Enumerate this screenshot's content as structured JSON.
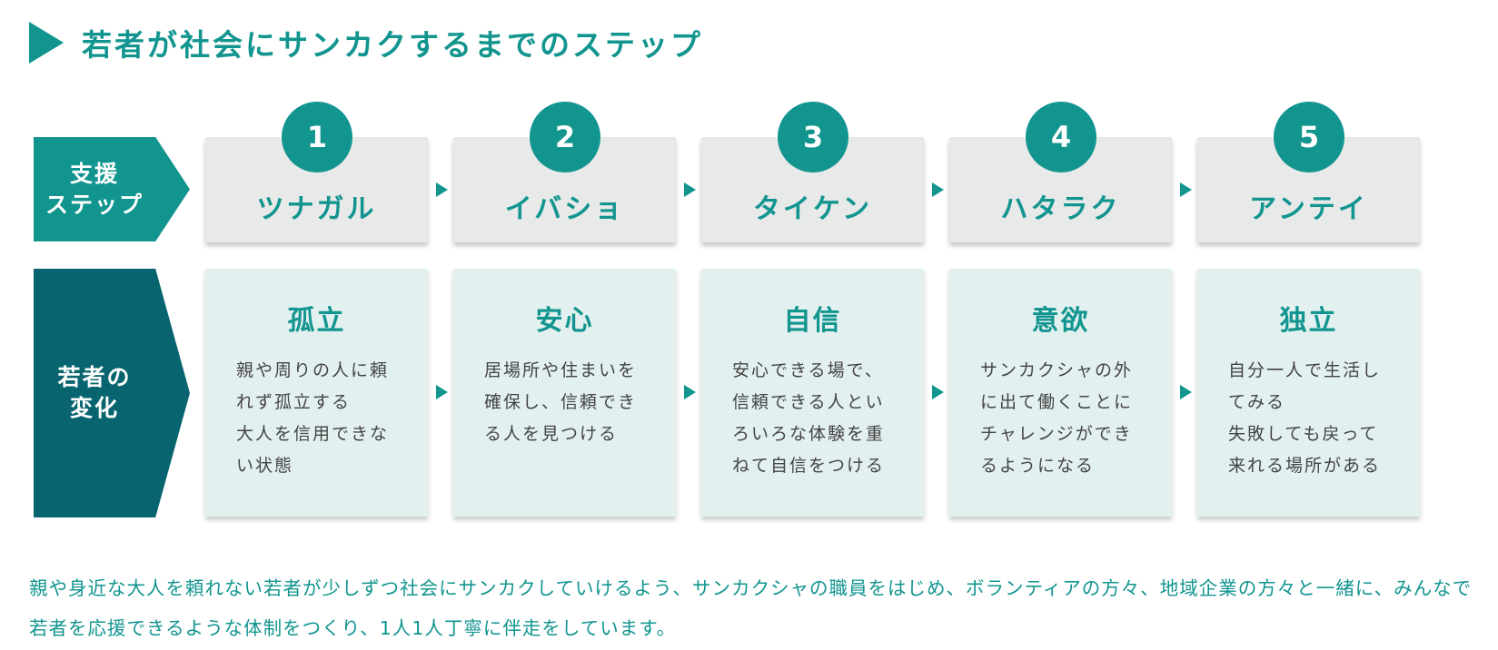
{
  "header": {
    "title": "若者が社会にサンカクするまでのステップ",
    "marker_icon": "triangle-right-icon",
    "accent_color": "#12958f"
  },
  "row_labels": {
    "support": "支援\nステップ",
    "change": "若者の\n変化",
    "support_color": "#12958f",
    "change_color": "#08656f"
  },
  "steps": [
    {
      "number": "1",
      "name": "ツナガル",
      "change_title": "孤立",
      "change_desc": "親や周りの人に頼\nれず孤立する\n大人を信用できな\nい状態"
    },
    {
      "number": "2",
      "name": "イバショ",
      "change_title": "安心",
      "change_desc": "居場所や住まいを\n確保し、信頼でき\nる人を見つける"
    },
    {
      "number": "3",
      "name": "タイケン",
      "change_title": "自信",
      "change_desc": "安心できる場で、\n信頼できる人とい\nろいろな体験を重\nねて自信をつける"
    },
    {
      "number": "4",
      "name": "ハタラク",
      "change_title": "意欲",
      "change_desc": "サンカクシャの外\nに出て働くことに\nチャレンジができ\nるようになる"
    },
    {
      "number": "5",
      "name": "アンテイ",
      "change_title": "独立",
      "change_desc": "自分一人で生活し\nてみる\n失敗しても戻って\n来れる場所がある"
    }
  ],
  "footer": {
    "text": "親や身近な大人を頼れない若者が少しずつ社会にサンカクしていけるよう、サンカクシャの職員をはじめ、ボランティアの方々、地域企業の方々と一緒に、みんなで若者を応援できるような体制をつくり、1人1人丁寧に伴走をしています。"
  }
}
